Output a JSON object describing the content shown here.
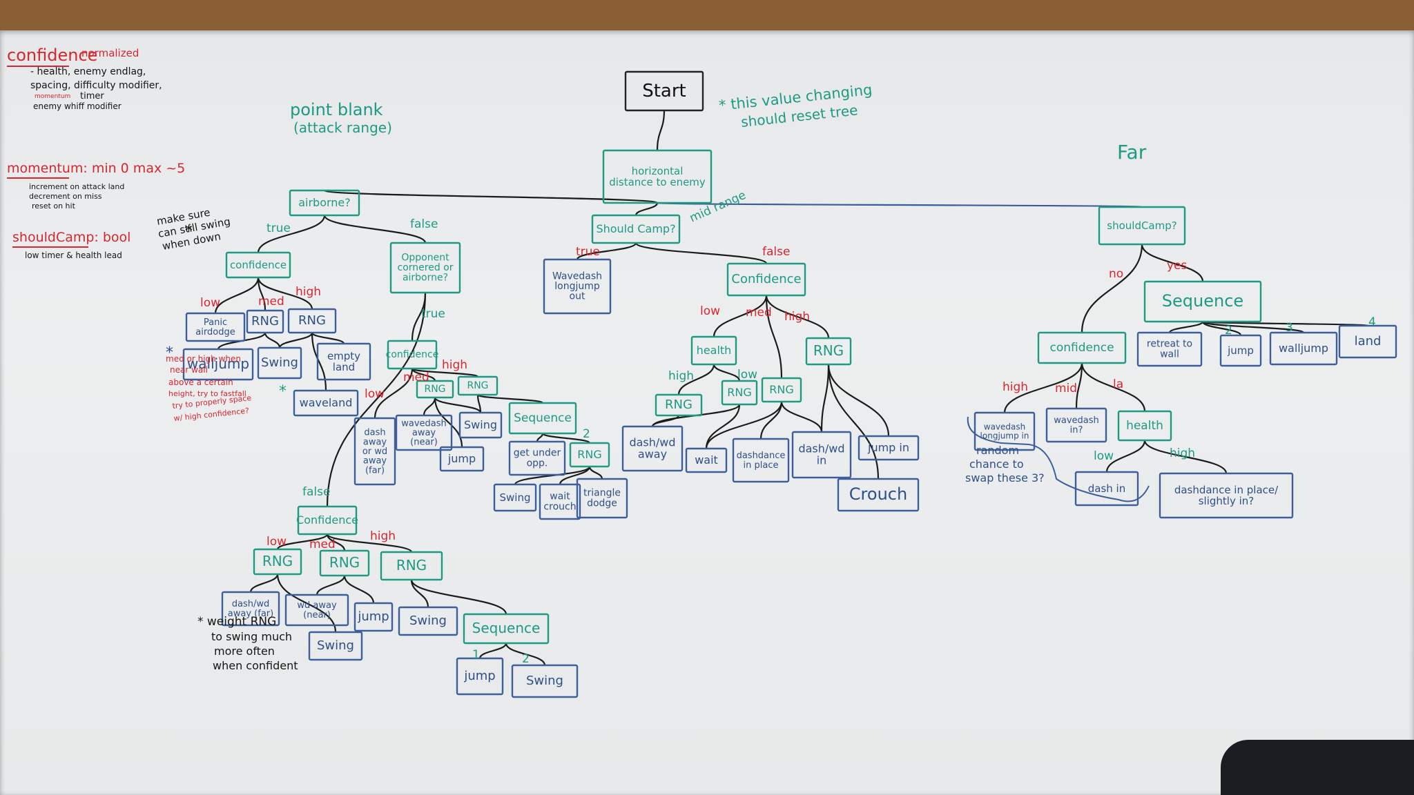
{
  "nodes": [
    {
      "id": "start",
      "text": "Start",
      "style": "k",
      "fs": 26
    },
    {
      "id": "hdist",
      "text": "horizontal distance to enemy",
      "style": "t",
      "fs": 15
    },
    {
      "id": "airborne",
      "text": "airborne?",
      "style": "t",
      "fs": 16
    },
    {
      "id": "conf1",
      "text": "confidence",
      "style": "t",
      "fs": 15
    },
    {
      "id": "panic",
      "text": "Panic airdodge",
      "style": "b",
      "fs": 13
    },
    {
      "id": "rng1",
      "text": "RNG",
      "style": "b",
      "fs": 18
    },
    {
      "id": "rng2",
      "text": "RNG",
      "style": "b",
      "fs": 18
    },
    {
      "id": "walljump1",
      "text": "walljump",
      "style": "b",
      "fs": 20
    },
    {
      "id": "swing1",
      "text": "Swing",
      "style": "b",
      "fs": 18
    },
    {
      "id": "emptyland",
      "text": "empty land",
      "style": "b",
      "fs": 15
    },
    {
      "id": "waveland",
      "text": "waveland",
      "style": "b",
      "fs": 16
    },
    {
      "id": "oppcorner",
      "text": "Opponent cornered or airborne?",
      "style": "t",
      "fs": 14
    },
    {
      "id": "conf2",
      "text": "confidence",
      "style": "t",
      "fs": 14
    },
    {
      "id": "rng3",
      "text": "RNG",
      "style": "t",
      "fs": 14
    },
    {
      "id": "rng4",
      "text": "RNG",
      "style": "t",
      "fs": 14
    },
    {
      "id": "dashaway1",
      "text": "dash away or wd away (far)",
      "style": "b",
      "fs": 13
    },
    {
      "id": "wdaway1",
      "text": "wavedash away (near)",
      "style": "b",
      "fs": 13
    },
    {
      "id": "swing2",
      "text": "Swing",
      "style": "b",
      "fs": 16
    },
    {
      "id": "seq1",
      "text": "Sequence",
      "style": "t",
      "fs": 17
    },
    {
      "id": "jump1",
      "text": "jump",
      "style": "b",
      "fs": 16
    },
    {
      "id": "getunder",
      "text": "get under opp.",
      "style": "b",
      "fs": 14
    },
    {
      "id": "rng5",
      "text": "RNG",
      "style": "t",
      "fs": 16
    },
    {
      "id": "swing3",
      "text": "Swing",
      "style": "b",
      "fs": 15
    },
    {
      "id": "waitcrouch",
      "text": "wait crouch",
      "style": "b",
      "fs": 14
    },
    {
      "id": "tridodge",
      "text": "triangle dodge",
      "style": "b",
      "fs": 14
    },
    {
      "id": "conf3",
      "text": "Confidence",
      "style": "t",
      "fs": 16
    },
    {
      "id": "rng6",
      "text": "RNG",
      "style": "t",
      "fs": 20
    },
    {
      "id": "rng7",
      "text": "RNG",
      "style": "t",
      "fs": 20
    },
    {
      "id": "rng8",
      "text": "RNG",
      "style": "t",
      "fs": 20
    },
    {
      "id": "dashaway2",
      "text": "dash/wd away (far)",
      "style": "b",
      "fs": 13
    },
    {
      "id": "wdaway2",
      "text": "wd away (near)",
      "style": "b",
      "fs": 13
    },
    {
      "id": "jump2",
      "text": "jump",
      "style": "b",
      "fs": 18
    },
    {
      "id": "swing4",
      "text": "Swing",
      "style": "b",
      "fs": 18
    },
    {
      "id": "swing5",
      "text": "Swing",
      "style": "b",
      "fs": 18
    },
    {
      "id": "seq2",
      "text": "Sequence",
      "style": "t",
      "fs": 20
    },
    {
      "id": "jump3",
      "text": "jump",
      "style": "b",
      "fs": 18
    },
    {
      "id": "swing6",
      "text": "Swing",
      "style": "b",
      "fs": 18
    },
    {
      "id": "camp1",
      "text": "Should Camp?",
      "style": "t",
      "fs": 16
    },
    {
      "id": "wdlong",
      "text": "Wavedash longjump out",
      "style": "b",
      "fs": 14
    },
    {
      "id": "conf4",
      "text": "Confidence",
      "style": "t",
      "fs": 18
    },
    {
      "id": "health1",
      "text": "health",
      "style": "t",
      "fs": 16
    },
    {
      "id": "rng9",
      "text": "RNG",
      "style": "t",
      "fs": 20
    },
    {
      "id": "rng10",
      "text": "RNG",
      "style": "t",
      "fs": 16
    },
    {
      "id": "rng11",
      "text": "RNG",
      "style": "t",
      "fs": 16
    },
    {
      "id": "rng12",
      "text": "RNG",
      "style": "t",
      "fs": 18
    },
    {
      "id": "dashaway3",
      "text": "dash/wd away",
      "style": "b",
      "fs": 16
    },
    {
      "id": "wait1",
      "text": "wait",
      "style": "b",
      "fs": 16
    },
    {
      "id": "dashdance1",
      "text": "dashdance in place",
      "style": "b",
      "fs": 13
    },
    {
      "id": "dashin1",
      "text": "dash/wd in",
      "style": "b",
      "fs": 16
    },
    {
      "id": "jumpin",
      "text": "jump in",
      "style": "b",
      "fs": 16
    },
    {
      "id": "crouch",
      "text": "Crouch",
      "style": "b",
      "fs": 24
    },
    {
      "id": "camp2",
      "text": "shouldCamp?",
      "style": "t",
      "fs": 15
    },
    {
      "id": "seq3",
      "text": "Sequence",
      "style": "t",
      "fs": 24
    },
    {
      "id": "retreat",
      "text": "retreat to wall",
      "style": "b",
      "fs": 14
    },
    {
      "id": "jump4",
      "text": "jump",
      "style": "b",
      "fs": 15
    },
    {
      "id": "walljump2",
      "text": "walljump",
      "style": "b",
      "fs": 16
    },
    {
      "id": "land",
      "text": "land",
      "style": "b",
      "fs": 18
    },
    {
      "id": "conf5",
      "text": "confidence",
      "style": "t",
      "fs": 17
    },
    {
      "id": "wdlongin",
      "text": "wavedash longjump in",
      "style": "b",
      "fs": 12
    },
    {
      "id": "wdin",
      "text": "wavedash in?",
      "style": "b",
      "fs": 13
    },
    {
      "id": "health2",
      "text": "health",
      "style": "t",
      "fs": 17
    },
    {
      "id": "dashin2",
      "text": "dash in",
      "style": "b",
      "fs": 15
    },
    {
      "id": "dashdance2",
      "text": "dashdance in place/ slightly in?",
      "style": "b",
      "fs": 15
    }
  ],
  "edge_labels": [
    {
      "text": "true",
      "color": "g"
    },
    {
      "text": "false",
      "color": "g"
    },
    {
      "text": "low",
      "color": "r"
    },
    {
      "text": "med",
      "color": "r"
    },
    {
      "text": "high",
      "color": "r"
    },
    {
      "text": "true",
      "color": "g"
    },
    {
      "text": "low",
      "color": "r"
    },
    {
      "text": "med",
      "color": "r"
    },
    {
      "text": "high",
      "color": "r"
    },
    {
      "text": "false",
      "color": "g"
    },
    {
      "text": "low",
      "color": "r"
    },
    {
      "text": "med",
      "color": "r"
    },
    {
      "text": "high",
      "color": "r"
    },
    {
      "text": "true",
      "color": "r"
    },
    {
      "text": "false",
      "color": "r"
    },
    {
      "text": "mid range",
      "color": "g"
    },
    {
      "text": "low",
      "color": "r"
    },
    {
      "text": "med",
      "color": "r"
    },
    {
      "text": "high",
      "color": "r"
    },
    {
      "text": "high",
      "color": "g"
    },
    {
      "text": "low",
      "color": "g"
    },
    {
      "text": "no",
      "color": "r"
    },
    {
      "text": "yes",
      "color": "r"
    },
    {
      "text": "high",
      "color": "r"
    },
    {
      "text": "mid",
      "color": "r"
    },
    {
      "text": "la",
      "color": "r"
    },
    {
      "text": "low",
      "color": "g"
    },
    {
      "text": "high",
      "color": "g"
    },
    {
      "text": "2",
      "color": "b"
    },
    {
      "text": "1",
      "color": "b"
    },
    {
      "text": "2",
      "color": "b"
    },
    {
      "text": "2",
      "color": "b"
    },
    {
      "text": "3",
      "color": "b"
    },
    {
      "text": "4",
      "color": "b"
    }
  ],
  "notes": {
    "legend": {
      "confidence": "confidence",
      "normalized": "normalized",
      "conf_line1": "- health, enemy endlag,",
      "conf_line2": "spacing, difficulty modifier,",
      "momentum_small": "momentum",
      "timer": "timer",
      "conf_line4": "enemy whiff modifier",
      "momentum": "momentum: min 0 max ~5",
      "mom_line1": "increment on attack land",
      "mom_line2": "decrement on miss",
      "mom_line3": "reset on hit",
      "shouldcamp": "shouldCamp: bool",
      "camp_line1": "low timer & health lead"
    },
    "point_blank_1": "point blank",
    "point_blank_2": "(attack range)",
    "reset_1": "* this value changing",
    "reset_2": "should reset tree",
    "far": "Far",
    "makesure_1": "make sure",
    "makesure_2": "can still swing",
    "makesure_3": "when down",
    "medhigh_1": "med or high when",
    "medhigh_2": "near wall",
    "above_1": "above a certain",
    "above_2": "height, try to fastfall",
    "above_3": "try to properly space",
    "above_4": "w/ high confidence?",
    "weight_1": "* weight RNG",
    "weight_2": "to swing much",
    "weight_3": "more often",
    "weight_4": "when confident",
    "random_1": "random",
    "random_2": "chance to",
    "random_3": "swap these 3?"
  }
}
